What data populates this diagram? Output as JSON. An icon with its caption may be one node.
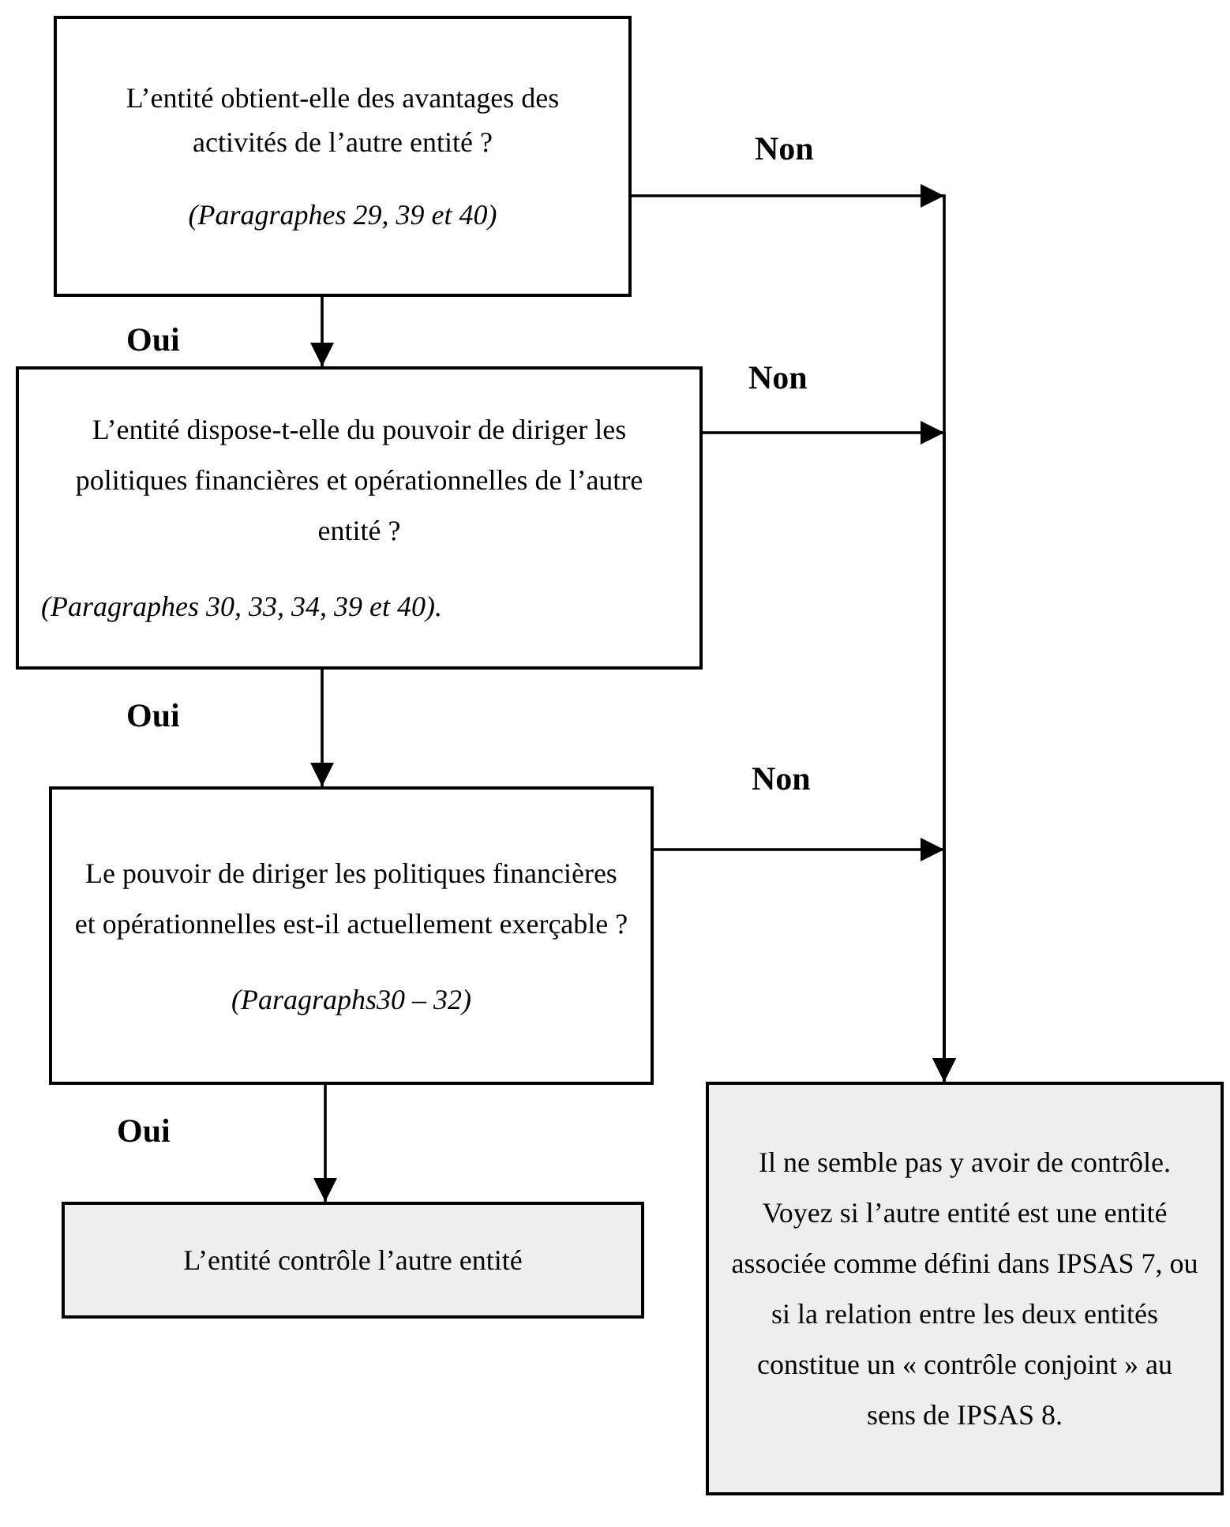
{
  "diagram": {
    "nodes": [
      {
        "text": [
          "L’entité obtient-elle des avantages des activités de l’autre entité ?",
          "(Paragraphes 29, 39 et 40)"
        ]
      },
      {
        "text": [
          "L’entité dispose-t-elle du pouvoir de diriger les politiques financières et opérationnelles de l’autre entité ?",
          "(Paragraphes 30, 33, 34, 39 et 40)."
        ]
      },
      {
        "text": [
          "Le pouvoir de diriger les politiques financières et opérationnelles est-il actuellement exerçable ?",
          "(Paragraphs30 – 32)"
        ]
      },
      {
        "text": [
          "L’entité contrôle l’autre entité"
        ]
      },
      {
        "text": [
          "Il ne semble pas y avoir de contrôle.  Voyez si l’autre entité est une entité associée comme défini dans IPSAS 7, ou si la relation entre les deux entités constitue un « contrôle conjoint » au sens de IPSAS 8."
        ]
      }
    ],
    "edges": [
      {
        "from": 0,
        "to": 1,
        "arrow": "to",
        "label": "Oui"
      },
      {
        "from": 0,
        "to": 4,
        "arrow": "to",
        "label": "Non"
      },
      {
        "from": 1,
        "to": 2,
        "arrow": "to",
        "label": "Oui"
      },
      {
        "from": 1,
        "to": 4,
        "arrow": "to",
        "label": "Non"
      },
      {
        "from": 2,
        "to": 3,
        "arrow": "to",
        "label": "Oui"
      },
      {
        "from": 2,
        "to": 4,
        "arrow": "to",
        "label": "Non"
      }
    ]
  }
}
